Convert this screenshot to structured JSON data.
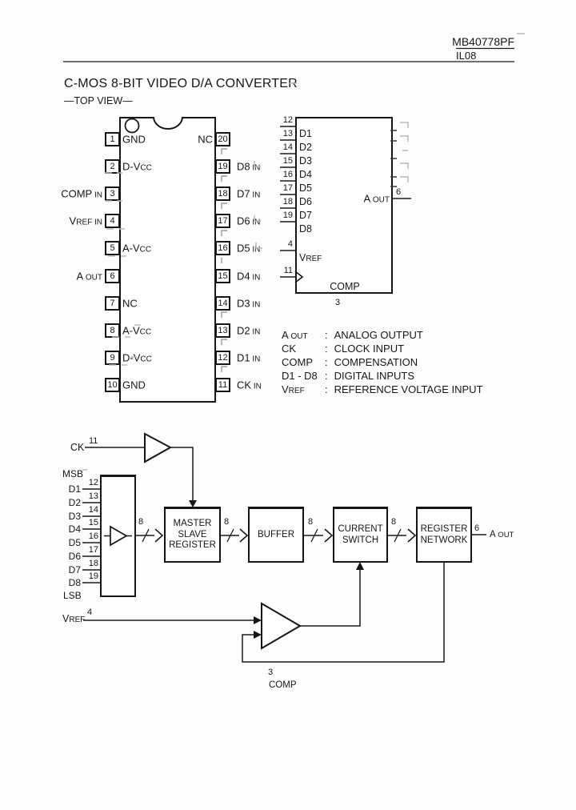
{
  "header": {
    "part": "MB40778PF",
    "doc": "IL08"
  },
  "title": "C-MOS 8-BIT VIDEO D/A CONVERTER",
  "subtitle": "—TOP VIEW—",
  "dip": {
    "left_pins": [
      {
        "num": "1",
        "inner": "GND",
        "inner_sub": "",
        "outer": "",
        "outer_sub": ""
      },
      {
        "num": "2",
        "inner": "D-V",
        "inner_sub": "CC",
        "outer": "",
        "outer_sub": ""
      },
      {
        "num": "3",
        "inner": "",
        "inner_sub": "",
        "outer": "COMP",
        "outer_sub": " IN"
      },
      {
        "num": "4",
        "inner": "",
        "inner_sub": "",
        "outer": "V",
        "outer_sub": "REF IN"
      },
      {
        "num": "5",
        "inner": "A-V",
        "inner_sub": "CC",
        "outer": "",
        "outer_sub": ""
      },
      {
        "num": "6",
        "inner": "",
        "inner_sub": "",
        "outer": "A",
        "outer_sub": " OUT"
      },
      {
        "num": "7",
        "inner": "NC",
        "inner_sub": "",
        "outer": "",
        "outer_sub": ""
      },
      {
        "num": "8",
        "inner": "A-V",
        "inner_sub": "CC",
        "outer": "",
        "outer_sub": ""
      },
      {
        "num": "9",
        "inner": "D-V",
        "inner_sub": "CC",
        "outer": "",
        "outer_sub": ""
      },
      {
        "num": "10",
        "inner": "GND",
        "inner_sub": "",
        "outer": "",
        "outer_sub": ""
      }
    ],
    "right_pins": [
      {
        "num": "20",
        "inner": "NC",
        "outer": "",
        "outer_sub": ""
      },
      {
        "num": "19",
        "inner": "",
        "outer": "D8",
        "outer_sub": " IN"
      },
      {
        "num": "18",
        "inner": "",
        "outer": "D7",
        "outer_sub": " IN"
      },
      {
        "num": "17",
        "inner": "",
        "outer": "D6",
        "outer_sub": " IN"
      },
      {
        "num": "16",
        "inner": "",
        "outer": "D5",
        "outer_sub": " IN"
      },
      {
        "num": "15",
        "inner": "",
        "outer": "D4",
        "outer_sub": " IN"
      },
      {
        "num": "14",
        "inner": "",
        "outer": "D3",
        "outer_sub": " IN"
      },
      {
        "num": "13",
        "inner": "",
        "outer": "D2",
        "outer_sub": " IN"
      },
      {
        "num": "12",
        "inner": "",
        "outer": "D1",
        "outer_sub": " IN"
      },
      {
        "num": "11",
        "inner": "",
        "outer": "CK",
        "outer_sub": " IN"
      }
    ]
  },
  "func": {
    "inputs": [
      {
        "pin": "12",
        "label": "D1"
      },
      {
        "pin": "13",
        "label": "D2"
      },
      {
        "pin": "14",
        "label": "D3"
      },
      {
        "pin": "15",
        "label": "D4"
      },
      {
        "pin": "16",
        "label": "D5"
      },
      {
        "pin": "17",
        "label": "D6"
      },
      {
        "pin": "18",
        "label": "D7"
      },
      {
        "pin": "19",
        "label": "D8"
      }
    ],
    "vref": {
      "pin": "4",
      "label": "V",
      "sub": "REF"
    },
    "ck_pin": "11",
    "aout": {
      "pin": "6",
      "label": "A",
      "sub": " OUT"
    },
    "comp": {
      "label": "COMP",
      "pin": "3"
    }
  },
  "legend": {
    "colon": ":",
    "rows": [
      {
        "term": "A",
        "term_sub": " OUT",
        "def": "ANALOG OUTPUT"
      },
      {
        "term": "CK",
        "term_sub": "",
        "def": "CLOCK INPUT"
      },
      {
        "term": "COMP",
        "term_sub": "",
        "def": "COMPENSATION"
      },
      {
        "term": "D1 - D8",
        "term_sub": "",
        "def": "DIGITAL INPUTS"
      },
      {
        "term": "V",
        "term_sub": "REF",
        "def": "REFERENCE VOLTAGE INPUT"
      }
    ]
  },
  "block": {
    "ck": {
      "label": "CK",
      "pin": "11"
    },
    "msb": "MSB",
    "lsb": "LSB",
    "inputs": [
      {
        "label": "D1",
        "pin": "12"
      },
      {
        "label": "D2",
        "pin": "13"
      },
      {
        "label": "D3",
        "pin": "14"
      },
      {
        "label": "D4",
        "pin": "15"
      },
      {
        "label": "D5",
        "pin": "16"
      },
      {
        "label": "D6",
        "pin": "17"
      },
      {
        "label": "D7",
        "pin": "18"
      },
      {
        "label": "D8",
        "pin": "19"
      }
    ],
    "bus_width": "8",
    "names": [
      "MASTER SLAVE REGISTER",
      "BUFFER",
      "CURRENT SWITCH",
      "REGISTER NETWORK"
    ],
    "aout": {
      "pin": "6",
      "label": "A",
      "sub": " OUT"
    },
    "vref": {
      "label": "V",
      "sub": "REF",
      "pin": "4"
    },
    "comp": {
      "pin": "3",
      "label": "COMP"
    }
  }
}
